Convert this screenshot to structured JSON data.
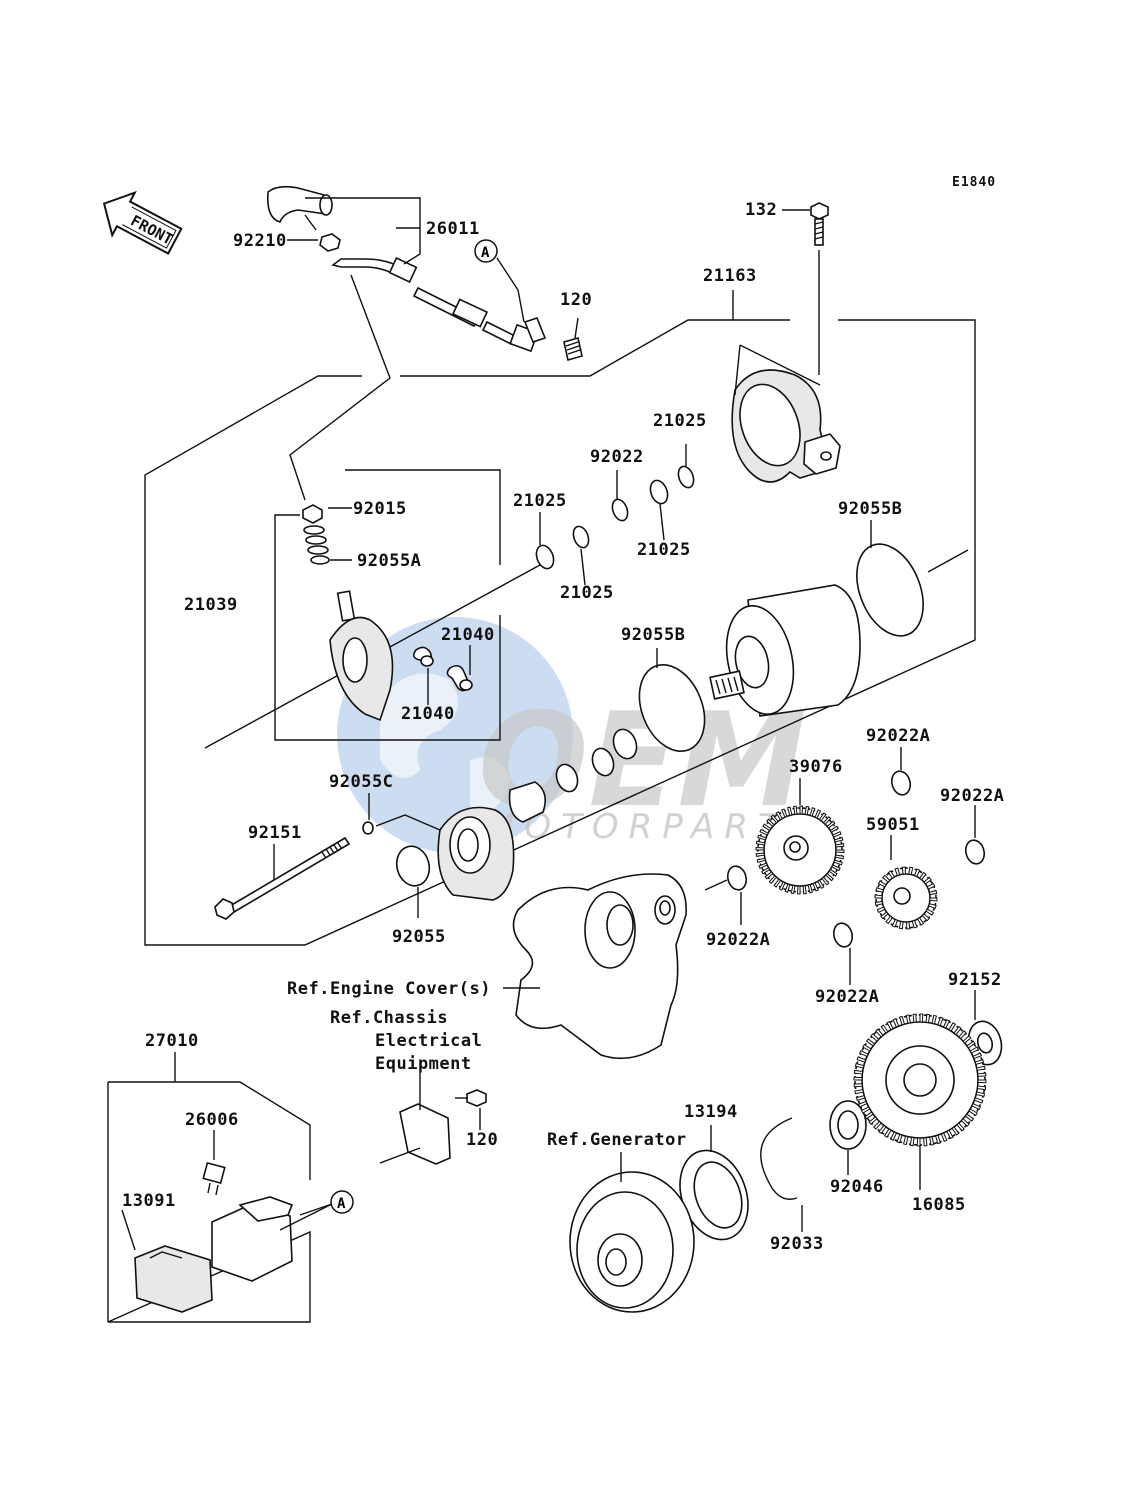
{
  "diagram_code": "E1840",
  "front_label": "FRONT",
  "watermark": {
    "main": "OEM",
    "sub": "MOTORPARTS"
  },
  "callout_a": "A",
  "parts": {
    "p92210": "92210",
    "p26011": "26011",
    "p132": "132",
    "p21163": "21163",
    "p120_top": "120",
    "p92015": "92015",
    "p92055a": "92055A",
    "p21039": "21039",
    "p21025_a": "21025",
    "p92022": "92022",
    "p21025_b": "21025",
    "p21025_c": "21025",
    "p21025_d": "21025",
    "p92055b_right": "92055B",
    "p21040_a": "21040",
    "p21040_b": "21040",
    "p92055b_mid": "92055B",
    "p92022a_1": "92022A",
    "p39076": "39076",
    "p92022a_2": "92022A",
    "p59051": "59051",
    "p92055c": "92055C",
    "p92151": "92151",
    "p92055": "92055",
    "p92022a_3": "92022A",
    "p92022a_4": "92022A",
    "p92152": "92152",
    "p27010": "27010",
    "p26006": "26006",
    "p13091": "13091",
    "p120_bottom": "120",
    "p13194": "13194",
    "p92046": "92046",
    "p92033": "92033",
    "p16085": "16085"
  },
  "references": {
    "engine_cover": "Ref.Engine Cover(s)",
    "chassis_line1": "Ref.Chassis",
    "chassis_line2": "Electrical",
    "chassis_line3": "Equipment",
    "generator": "Ref.Generator"
  }
}
